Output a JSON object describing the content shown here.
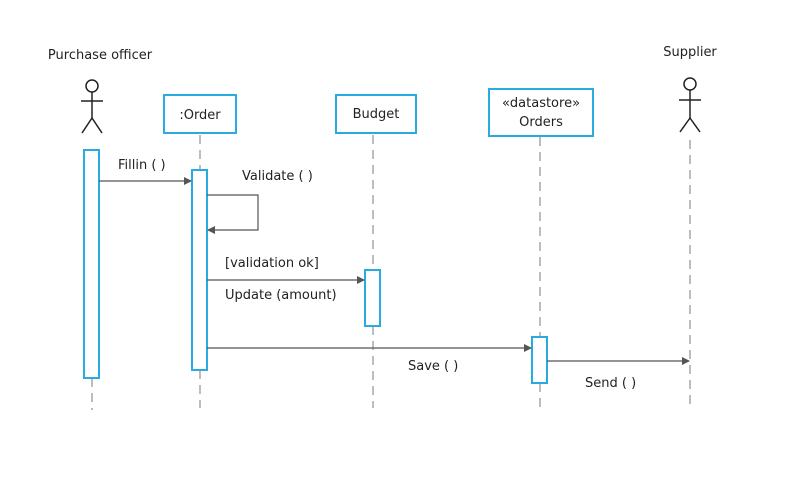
{
  "participants": {
    "purchase_officer": "Purchase officer",
    "order": ":Order",
    "budget": "Budget",
    "orders_stereotype": "«datastore»",
    "orders": "Orders",
    "supplier": "Supplier"
  },
  "messages": {
    "fillin": "Fillin ( )",
    "validate": "Validate ( )",
    "guard": "[validation ok]",
    "update": "Update (amount)",
    "save": "Save ( )",
    "send": "Send ( )"
  },
  "colors": {
    "box_border": "#29abe2",
    "lifeline": "#bdbdbd",
    "arrow": "#555555"
  }
}
